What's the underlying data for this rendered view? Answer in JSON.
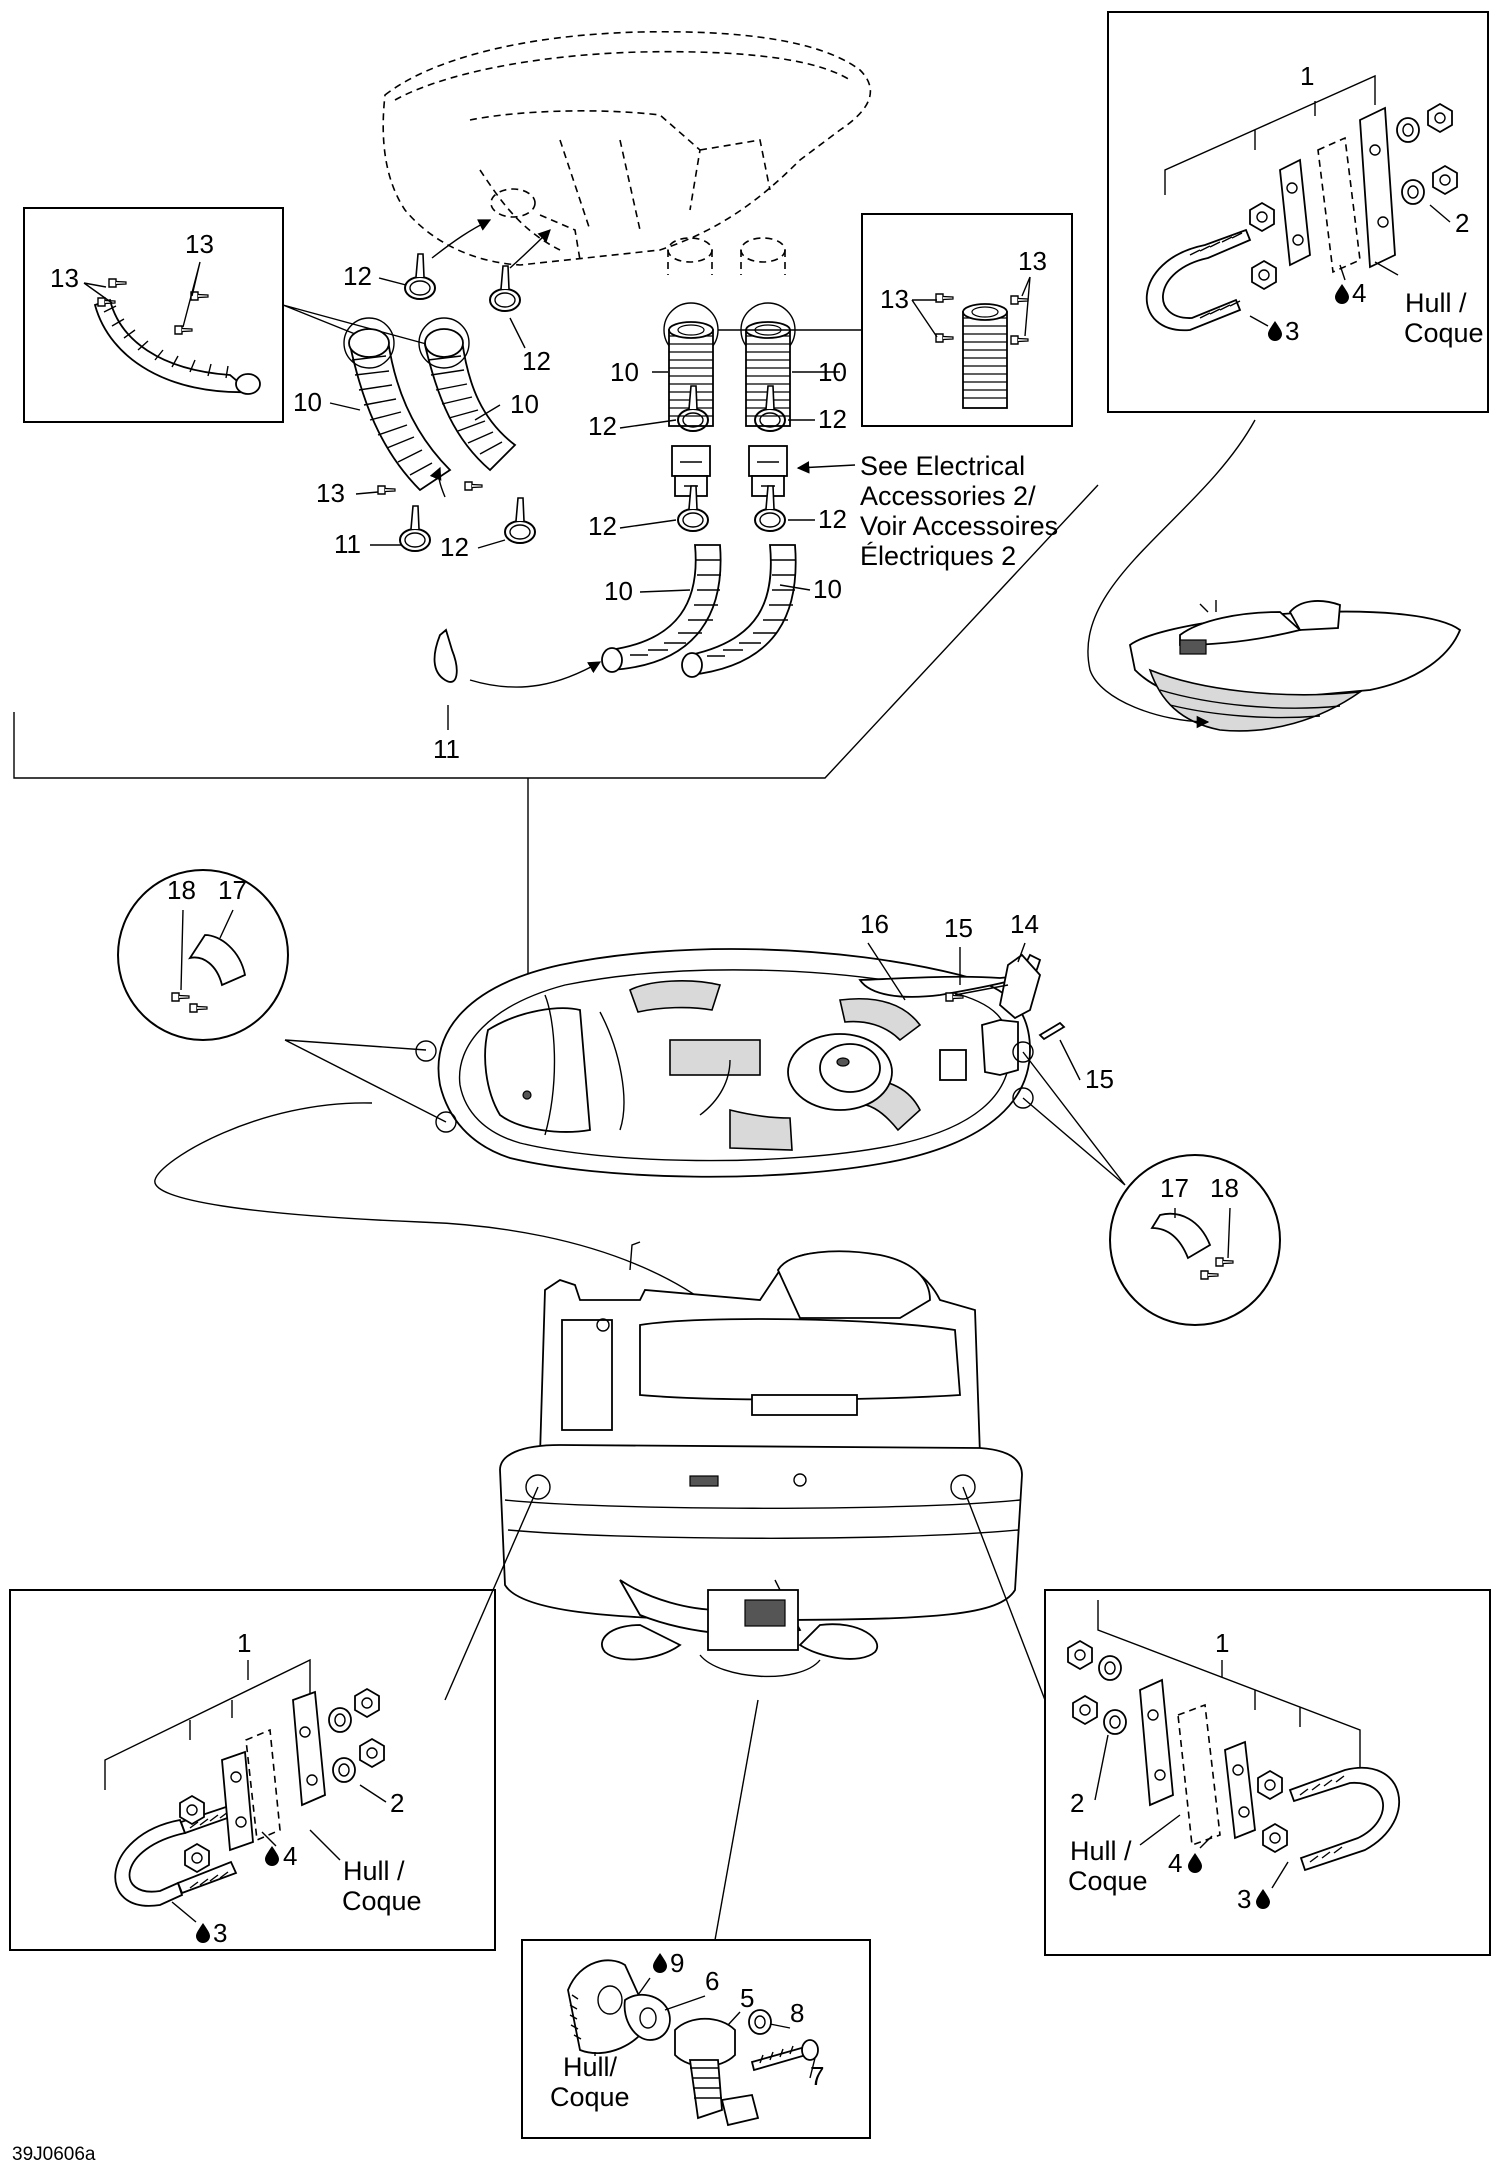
{
  "callouts": {
    "c1": "1",
    "c2": "2",
    "c3": "3",
    "c4": "4",
    "c5": "5",
    "c6": "6",
    "c7": "7",
    "c8": "8",
    "c9": "9",
    "c10": "10",
    "c11": "11",
    "c12": "12",
    "c13": "13",
    "c14": "14",
    "c15": "15",
    "c16": "16",
    "c17": "17",
    "c18": "18"
  },
  "hull_label": {
    "line1": "Hull /",
    "line2": "Coque"
  },
  "hull_label_tight": {
    "line1": "Hull/",
    "line2": "Coque"
  },
  "reference_note": {
    "line1": "See Electrical",
    "line2": "Accessories 2/",
    "line3": "Voir Accessoires",
    "line4": "Électriques 2"
  },
  "drawing_code": "39J0606a",
  "icons": [
    "drop-icon",
    "hose-icon",
    "clamp-icon",
    "screw-icon",
    "nut-icon",
    "washer-icon",
    "u-bolt-icon",
    "plate-icon",
    "cover-icon",
    "drain-plug-icon",
    "boat-icon",
    "deck-icon"
  ]
}
